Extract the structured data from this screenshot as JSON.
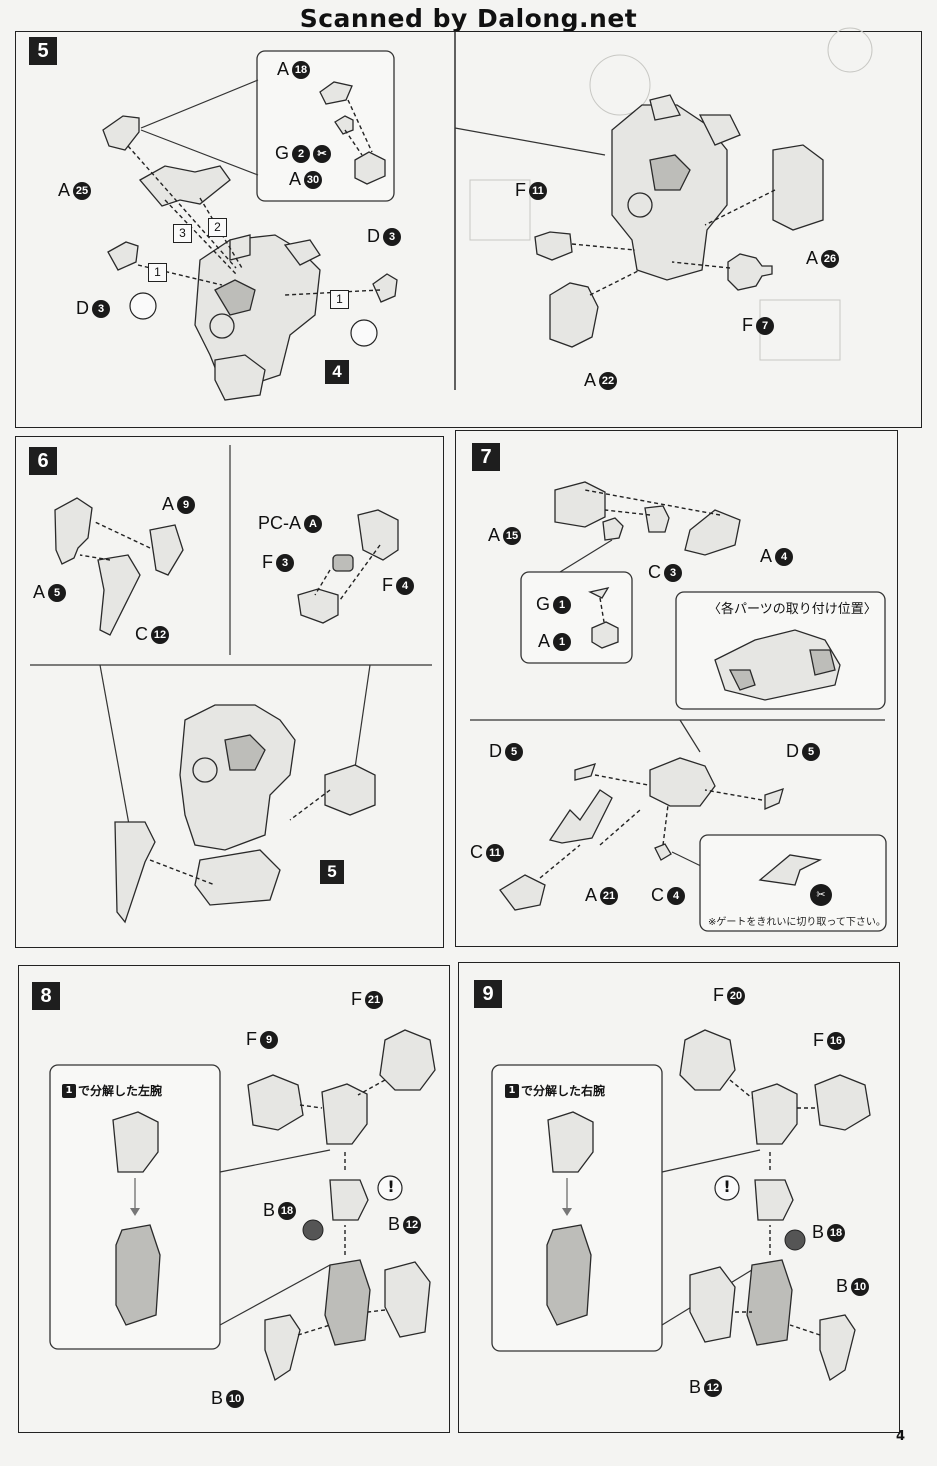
{
  "watermark": "Scanned by Dalong.net",
  "page_number": "4",
  "steps": {
    "s5": {
      "number": "5",
      "labels": {
        "a18": {
          "letter": "A",
          "num": "18"
        },
        "g2": {
          "letter": "G",
          "num": "2"
        },
        "a30": {
          "letter": "A",
          "num": "30"
        },
        "a25": {
          "letter": "A",
          "num": "25"
        },
        "d3_left": {
          "letter": "D",
          "num": "3"
        },
        "d3_right": {
          "letter": "D",
          "num": "3"
        },
        "f11": {
          "letter": "F",
          "num": "11"
        },
        "a26": {
          "letter": "A",
          "num": "26"
        },
        "f7": {
          "letter": "F",
          "num": "7"
        },
        "a22": {
          "letter": "A",
          "num": "22"
        }
      },
      "seq": [
        "1",
        "2",
        "3",
        "1"
      ],
      "ref": "4"
    },
    "s6": {
      "number": "6",
      "labels": {
        "a9": {
          "letter": "A",
          "num": "9"
        },
        "a5": {
          "letter": "A",
          "num": "5"
        },
        "c12": {
          "letter": "C",
          "num": "12"
        },
        "pca": {
          "letter": "PC-A",
          "num": "A"
        },
        "f3": {
          "letter": "F",
          "num": "3"
        },
        "f4": {
          "letter": "F",
          "num": "4"
        }
      },
      "ref": "5"
    },
    "s7": {
      "number": "7",
      "labels": {
        "a15": {
          "letter": "A",
          "num": "15"
        },
        "c3": {
          "letter": "C",
          "num": "3"
        },
        "a4": {
          "letter": "A",
          "num": "4"
        },
        "g1": {
          "letter": "G",
          "num": "1"
        },
        "a1": {
          "letter": "A",
          "num": "1"
        },
        "d5_left": {
          "letter": "D",
          "num": "5"
        },
        "d5_right": {
          "letter": "D",
          "num": "5"
        },
        "c11": {
          "letter": "C",
          "num": "11"
        },
        "a21": {
          "letter": "A",
          "num": "21"
        },
        "c4": {
          "letter": "C",
          "num": "4"
        }
      },
      "position_title": "〈各パーツの取り付け位置〉",
      "gate_note": "※ゲートをきれいに切り取って下さい。"
    },
    "s8": {
      "number": "8",
      "labels": {
        "f21": {
          "letter": "F",
          "num": "21"
        },
        "f9": {
          "letter": "F",
          "num": "9"
        },
        "b18": {
          "letter": "B",
          "num": "18"
        },
        "b12": {
          "letter": "B",
          "num": "12"
        },
        "b10": {
          "letter": "B",
          "num": "10"
        }
      },
      "inset_title_num": "1",
      "inset_title_text": "で分解した左腕"
    },
    "s9": {
      "number": "9",
      "labels": {
        "f20": {
          "letter": "F",
          "num": "20"
        },
        "f16": {
          "letter": "F",
          "num": "16"
        },
        "b18": {
          "letter": "B",
          "num": "18"
        },
        "b10": {
          "letter": "B",
          "num": "10"
        },
        "b12": {
          "letter": "B",
          "num": "12"
        }
      },
      "inset_title_num": "1",
      "inset_title_text": "で分解した右腕"
    }
  },
  "icons": {
    "caution": "exclamation-icon",
    "gate_cut": "nipper-icon",
    "hand": "thumb-icon"
  },
  "caution_mark": "!"
}
